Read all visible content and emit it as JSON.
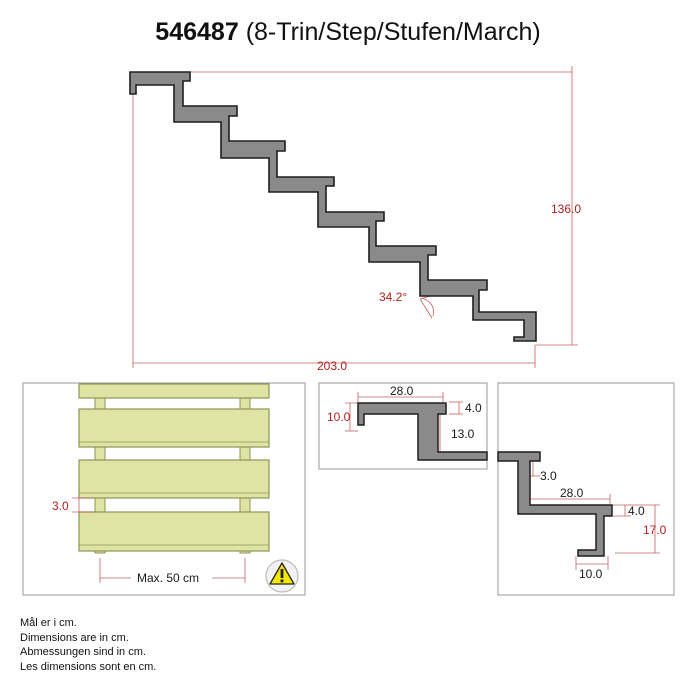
{
  "title": {
    "code": "546487",
    "label": "(8-Trin/Step/Stufen/March)"
  },
  "main_diagram": {
    "height_dim": "136.0",
    "length_dim": "203.0",
    "angle_dim": "34.2°"
  },
  "panel_left": {
    "gap_dim": "3.0",
    "spacing_dim": "Max. 50 cm"
  },
  "panel_mid": {
    "tread_depth": "28.0",
    "nose_height": "10.0",
    "tread_thickness": "4.0",
    "rise_offset": "13.0"
  },
  "panel_right": {
    "rise_offset": "3.0",
    "tread_depth": "28.0",
    "tread_thickness": "4.0",
    "bottom_height": "17.0",
    "foot_width": "10.0"
  },
  "notes": [
    "Mål er i cm.",
    "Dimensions are in cm.",
    "Abmessungen sind in cm.",
    "Les dimensions sont en cm."
  ],
  "colors": {
    "stringer_fill": "#8a8a8a",
    "stringer_stroke": "#2a2a2a",
    "dimension_red": "#b02020",
    "tread_fill": "#dfe3a4",
    "tread_stroke": "#8e9456",
    "warning_fill": "#f4e600"
  }
}
